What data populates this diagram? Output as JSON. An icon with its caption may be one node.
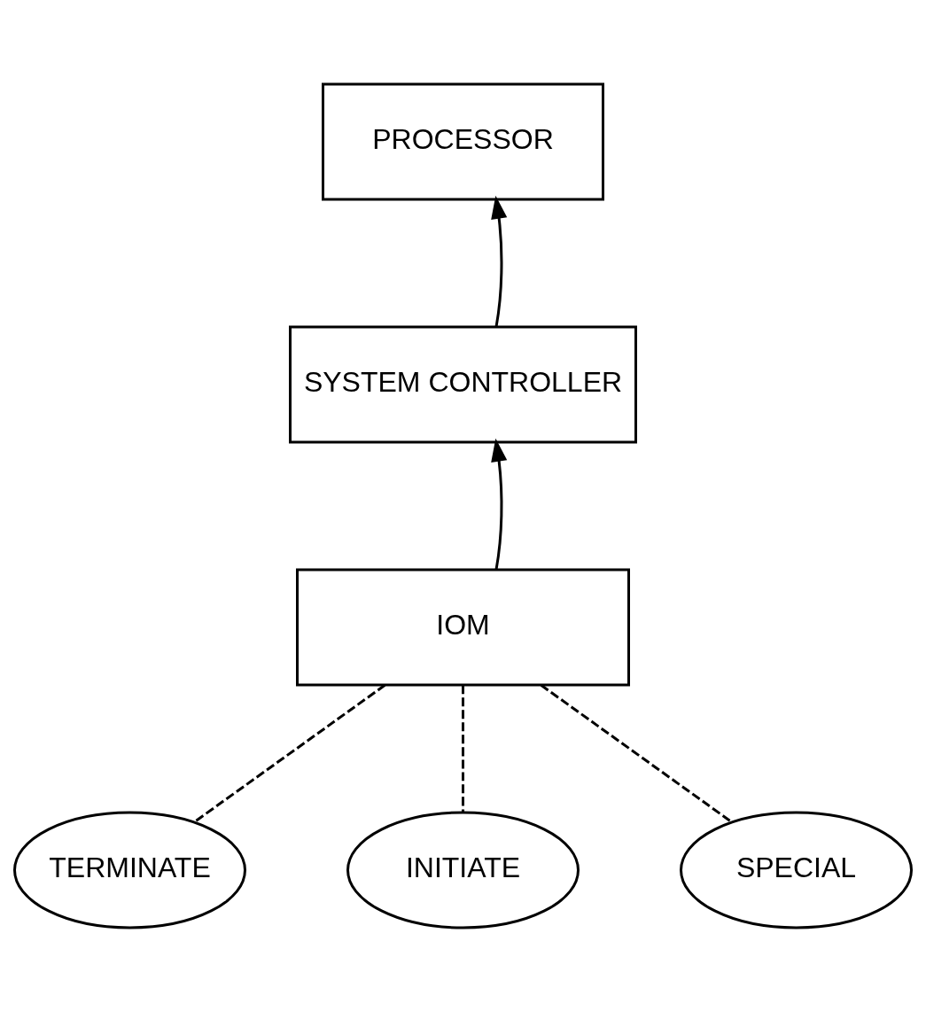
{
  "diagram": {
    "nodes": [
      {
        "text": [
          "PROCESSOR"
        ]
      },
      {
        "text": [
          "SYSTEM CONTROLLER"
        ]
      },
      {
        "text": [
          "IOM"
        ]
      },
      {
        "text": [
          "TERMINATE"
        ]
      },
      {
        "text": [
          "INITIATE"
        ]
      },
      {
        "text": [
          "SPECIAL"
        ]
      }
    ],
    "edges": [
      {
        "from": 1,
        "to": 0,
        "arrow": "to"
      },
      {
        "from": 2,
        "to": 1,
        "arrow": "to"
      },
      {
        "from": 2,
        "to": 3,
        "arrow": "none",
        "style": "dashed"
      },
      {
        "from": 2,
        "to": 4,
        "arrow": "none",
        "style": "dashed"
      },
      {
        "from": 2,
        "to": 5,
        "arrow": "none",
        "style": "dashed"
      }
    ]
  }
}
